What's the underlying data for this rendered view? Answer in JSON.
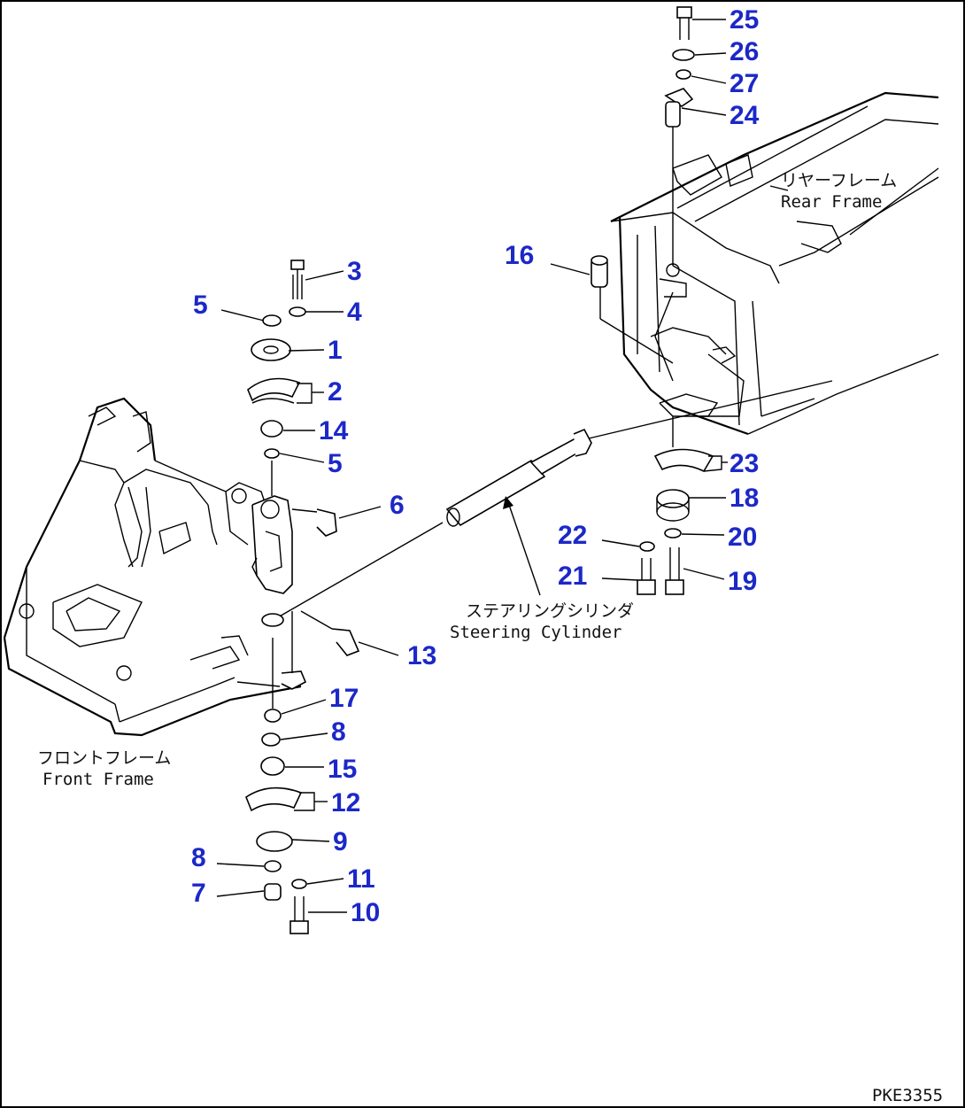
{
  "labels": {
    "front_frame_jp": "フロントフレーム",
    "front_frame_en": "Front Frame",
    "rear_frame_jp": "リヤーフレーム",
    "rear_frame_en": "Rear Frame",
    "steering_cylinder_jp": "ステアリングシリンダ",
    "steering_cylinder_en": "Steering Cylinder",
    "drawing_code": "PKE3355"
  },
  "callouts": [
    "1",
    "2",
    "3",
    "4",
    "5",
    "6",
    "7",
    "8",
    "9",
    "10",
    "11",
    "12",
    "13",
    "14",
    "15",
    "16",
    "17",
    "18",
    "19",
    "20",
    "21",
    "22",
    "23",
    "24",
    "25",
    "26",
    "27"
  ],
  "colors": {
    "callout": "#1c28c8",
    "line": "#000000",
    "background": "#ffffff"
  }
}
